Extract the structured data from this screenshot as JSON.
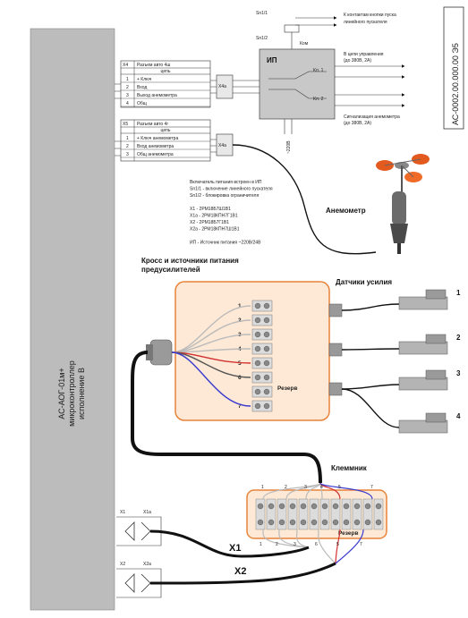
{
  "doc_number": "АС-0002.00.000.00 Э5",
  "controller": {
    "line1": "АС-АОГ-01м+",
    "line2": "микроконтроллер",
    "line3": "исполнение В"
  },
  "x4_label": "X4",
  "x4_title": "Разъем авто 4ш",
  "x4_header": "цепь",
  "x4_rows": [
    "+ Ключ",
    "Вход",
    "Выход анемометра",
    "Общ"
  ],
  "x5_label": "X5",
  "x5_title": "Разъем авто 4г",
  "x5_header": "цепь",
  "x5_rows": [
    "+ Ключ анемометра",
    "Вход анемометра",
    "Общ анемометра"
  ],
  "x4a_label": "X4а",
  "x5a_label": "X4а",
  "sn1_label": "Sn1/1",
  "sn2_label": "Sn1/2",
  "sn_note_1": "К контактам кнопки пуска",
  "sn_note_2": "линейного пускателя",
  "ip_label": "ИП",
  "ip_sub": "Ком",
  "kl1_label": "Кл. 1",
  "kl2_label": "Кл. 2",
  "ctrl_note_1": "В цепи управления",
  "ctrl_note_2": "(до 380В, 2А)",
  "sig_note_1": "Сигнализация анемометра",
  "sig_note_2": "(до 380В, 2А)",
  "v220_label": "~220В",
  "info_lines": [
    "Включатель питания встроен в ИП",
    "Sn1/1 - включение линейного пускателя",
    "Sn1/2 - блокировка ограничителя",
    "",
    "X1  -  2РМ18Б7Ш1В1",
    "X1а -  2РМ18КПН7Г1В1",
    "X2  -  2РМ18Б7Г1В1",
    "X2а -  2РМ18КПН7Ш1В1",
    "",
    "ИП - Источник питания  ~220В/24В"
  ],
  "anemometer_label": "Анемометр",
  "cross_title_1": "Кросс и источники питания",
  "cross_title_2": "предусилителей",
  "sensors_title": "Датчики усилия",
  "reserve_label": "Резерв",
  "reserve_label_2": "Резерв",
  "terminal_title": "Клеммник",
  "cross_nums": [
    "1",
    "2",
    "3",
    "4",
    "5",
    "6",
    "7"
  ],
  "sensor_nums": [
    "1",
    "2",
    "3",
    "4"
  ],
  "term_top_nums": [
    "1",
    "2",
    "3",
    "4",
    "5",
    "7"
  ],
  "term_bottom_nums": [
    "1",
    "2",
    "3",
    "6",
    "5",
    "7"
  ],
  "x1_label": "X1",
  "x1a_label": "X1а",
  "x2_label": "X2",
  "x2a_label": "X2а",
  "cable_x1": "X1",
  "cable_x2": "X2",
  "colors": {
    "orange_border": "#e8843a",
    "orange_fill": "#fde9d6",
    "controller_fill": "#bcbcbc",
    "cable_blue": "#3a3ad0",
    "cable_red": "#d23030",
    "cable_black": "#111111"
  }
}
